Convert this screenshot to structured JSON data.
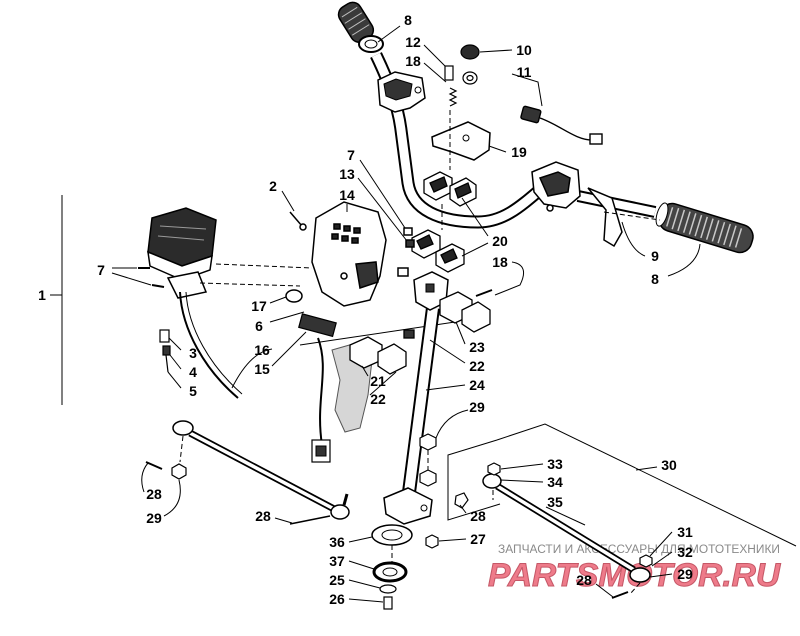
{
  "diagram": {
    "callouts": [
      "8",
      "12",
      "10",
      "18",
      "11",
      "19",
      "7",
      "13",
      "14",
      "2",
      "20",
      "9",
      "8",
      "18",
      "1",
      "7",
      "17",
      "6",
      "16",
      "3",
      "4",
      "5",
      "15",
      "23",
      "22",
      "21",
      "22",
      "24",
      "29",
      "33",
      "34",
      "35",
      "30",
      "28",
      "29",
      "28",
      "28",
      "36",
      "27",
      "37",
      "25",
      "26",
      "31",
      "32",
      "29",
      "28"
    ],
    "line_color": "#000000",
    "shade_color": "#2b2b2b"
  },
  "watermark": {
    "caption": "ЗАПЧАСТИ И АКСЕССУАРЫ ДЛЯ МОТОТЕХНИКИ",
    "logo": "PARTSMOTOR.RU",
    "logo_color": "#e8495e"
  }
}
